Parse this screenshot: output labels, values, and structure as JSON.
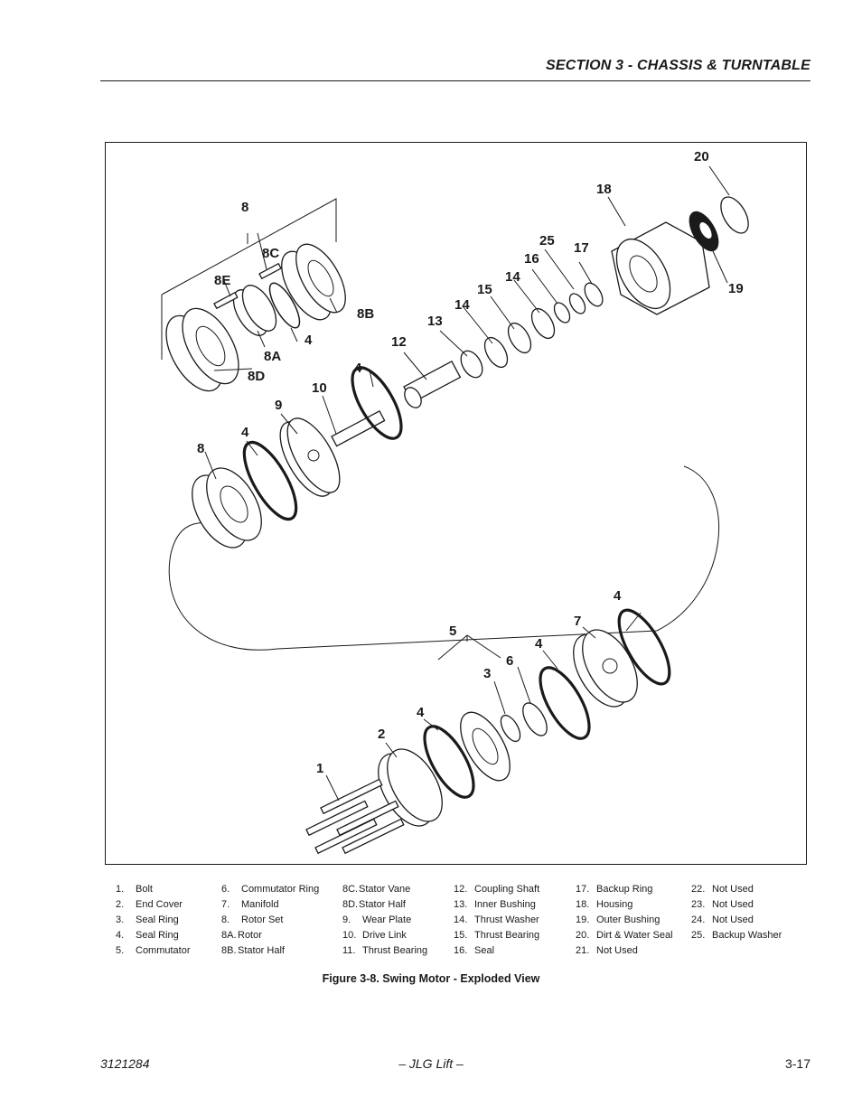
{
  "header": {
    "section_title": "SECTION 3 - CHASSIS & TURNTABLE"
  },
  "figure": {
    "callouts": [
      "20",
      "18",
      "8",
      "8C",
      "25",
      "17",
      "16",
      "8E",
      "19",
      "14",
      "15",
      "8B",
      "14",
      "13",
      "4",
      "8A",
      "12",
      "8D",
      "4",
      "10",
      "9",
      "4",
      "8",
      "4",
      "7",
      "5",
      "4",
      "6",
      "3",
      "4",
      "2",
      "1"
    ]
  },
  "legend": [
    [
      {
        "num": "1.",
        "label": "Bolt"
      },
      {
        "num": "2.",
        "label": "End Cover"
      },
      {
        "num": "3.",
        "label": "Seal Ring"
      },
      {
        "num": "4.",
        "label": "Seal Ring"
      },
      {
        "num": "5.",
        "label": "Commutator"
      }
    ],
    [
      {
        "num": "6.",
        "label": "Commutator Ring"
      },
      {
        "num": "7.",
        "label": "Manifold"
      },
      {
        "num": "8.",
        "label": "Rotor Set"
      },
      {
        "num": "8A.",
        "label": "Rotor"
      },
      {
        "num": "8B.",
        "label": "Stator Half"
      }
    ],
    [
      {
        "num": "8C.",
        "label": "Stator Vane"
      },
      {
        "num": "8D.",
        "label": "Stator Half"
      },
      {
        "num": "9.",
        "label": "Wear Plate"
      },
      {
        "num": "10.",
        "label": "Drive Link"
      },
      {
        "num": "11.",
        "label": "Thrust Bearing"
      }
    ],
    [
      {
        "num": "12.",
        "label": "Coupling Shaft"
      },
      {
        "num": "13.",
        "label": "Inner Bushing"
      },
      {
        "num": "14.",
        "label": "Thrust Washer"
      },
      {
        "num": "15.",
        "label": "Thrust Bearing"
      },
      {
        "num": "16.",
        "label": "Seal"
      }
    ],
    [
      {
        "num": "17.",
        "label": "Backup Ring"
      },
      {
        "num": "18.",
        "label": "Housing"
      },
      {
        "num": "19.",
        "label": "Outer Bushing"
      },
      {
        "num": "20.",
        "label": "Dirt & Water Seal"
      },
      {
        "num": "21.",
        "label": "Not Used"
      }
    ],
    [
      {
        "num": "22.",
        "label": "Not Used"
      },
      {
        "num": "23.",
        "label": "Not Used"
      },
      {
        "num": "24.",
        "label": "Not Used"
      },
      {
        "num": "25.",
        "label": "Backup Washer"
      },
      {
        "num": "",
        "label": ""
      }
    ]
  ],
  "caption": "Figure 3-8.  Swing Motor - Exploded View",
  "footer": {
    "doc_number": "3121284",
    "company": "– JLG Lift –",
    "page_number": "3-17"
  }
}
